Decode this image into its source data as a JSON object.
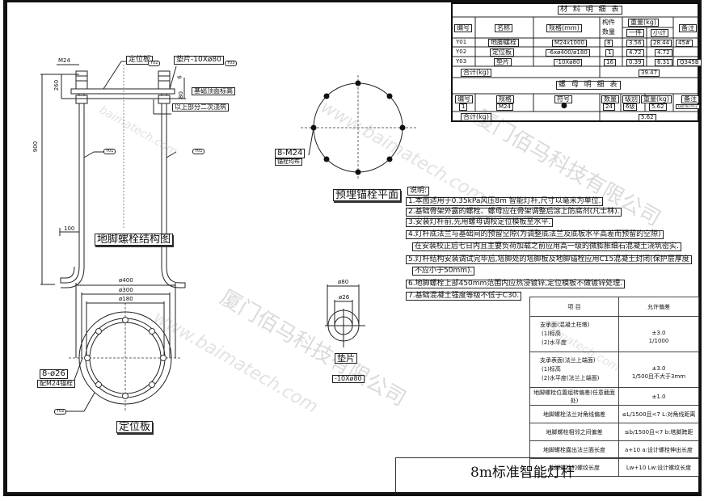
{
  "drawing_title": "8m标准智能灯杆",
  "watermarks": [
    "厦门佰马科技有限公司",
    "www.baimatech.com",
    "baimatech.com"
  ],
  "material_table": {
    "title": "材 料 明 细 表",
    "headers": {
      "no": "编号",
      "name": "名称",
      "spec": "规格(mm)",
      "qty_line1": "构件",
      "qty_line2": "数量",
      "weight": "重量(kg)",
      "unit": "一件",
      "subtotal": "小计",
      "remark": "备注"
    },
    "rows": [
      {
        "no": "Y01",
        "name": "地脚螺栓",
        "spec": "M24x1000",
        "qty": "8",
        "unit": "3.56",
        "subtotal": "28.44",
        "remark": "45#"
      },
      {
        "no": "Y02",
        "name": "定位板",
        "spec": "-6xø400/ø180",
        "qty": "1",
        "unit": "4.72",
        "subtotal": "4.72",
        "remark": ""
      },
      {
        "no": "Y03",
        "name": "垫片",
        "spec": "-10Xø80",
        "qty": "16",
        "unit": "0.39",
        "subtotal": "6.31",
        "remark": "Q345B"
      }
    ],
    "total_label": "合计(kg)",
    "total": "39.47"
  },
  "nut_table": {
    "title": "螺 母 明 细 表",
    "headers": {
      "no": "编号",
      "spec": "规格",
      "symbol": "符号",
      "qty": "数量",
      "grade": "级别",
      "weight": "重量(kg)",
      "remark": "备注"
    },
    "rows": [
      {
        "no": "1",
        "spec": "M24",
        "symbol": "●",
        "qty": "24",
        "grade": "6级",
        "weight": "5.62",
        "remark": "GB/T6170-2"
      }
    ],
    "total_label": "合计(kg)",
    "total": "5.62"
  },
  "anchor_structure": {
    "title": "地脚螺栓结构图",
    "dim_m24": "M24",
    "dim_260": "260",
    "dim_900": "900",
    "dim_100": "100",
    "dim_6": "6",
    "dim_80": "80",
    "label_plate": "定位板",
    "label_washer": "垫片-10Xø80",
    "label_foundation": "基础顶面标高",
    "label_secondary": "以上部分二次浇筑",
    "tag_y01": "Y01",
    "tag_y02": "Y02",
    "tag_y03": "Y03"
  },
  "anchor_plan": {
    "title": "预埋锚栓平面",
    "label_count": "8-M24",
    "label_even": "锚栓均布"
  },
  "positioning_plate": {
    "title": "定位板",
    "dia_outer": "ø400",
    "dia_mid": "ø300",
    "dia_inner": "ø180",
    "label_holes": "8-ø26",
    "label_bolt": "配M24锚栓",
    "tag": "Y02"
  },
  "washer": {
    "title": "垫片",
    "spec": "-10Xø80",
    "dia_outer": "ø80",
    "dia_inner": "ø26"
  },
  "notes": {
    "title": "说明:",
    "items": [
      "1.本图适用于0.35kPa风压8m 智能灯杆,尺寸以毫米为单位.",
      "2.基础骨架外露的螺栓、螺母应在骨架调整后涂上防腐剂(凡士林).",
      "3.安装灯杆前,先用螺母调校定位模板至水平.",
      "4.灯杆底法兰与基础间的预留空隙(为调整底法兰及底板水平高差而预留的空隙)",
      "在安装校正后七日内且主要负荷加载之前应用高一级的微膨胀细石混凝土浇筑密实.",
      "5.灯杆结构安装调试完毕后,塔脚处的塔脚板及地脚锚栓应用C15混凝土封闭(保护层厚度",
      "不应小于50mm).",
      "6.地脚螺栓上部450mm范围内应热浸镀锌,定位模板不做镀锌处理.",
      "7.基础混凝土强度等级不低于C30."
    ]
  },
  "tolerance_table": {
    "headers": [
      "项 目",
      "允许偏差"
    ],
    "rows": [
      {
        "item": [
          "支承面(混凝土柱墩)",
          "(1)标高",
          "(2)水平度"
        ],
        "tol": [
          "±3.0",
          "1/1000"
        ]
      },
      {
        "item": [
          "支承表面(法兰上端面)",
          "(1)标高",
          "(2)水平度(法兰上端面)"
        ],
        "tol": [
          "±3.0",
          "1/500且不大于3mm"
        ]
      },
      {
        "item": [
          "地脚螺栓位置组转偏差(任意截面处)"
        ],
        "tol": [
          "±1.0"
        ]
      },
      {
        "item": [
          "地脚螺栓法兰对角线偏差"
        ],
        "tol": [
          "≤L/1500且<7  L:对角线距离"
        ]
      },
      {
        "item": [
          "地脚螺栓相邻之间偏差"
        ],
        "tol": [
          "≤b/1500且<7  b:塔脚跨距"
        ]
      },
      {
        "item": [
          "地脚螺栓露出法兰面长度"
        ],
        "tol": [
          "a+10   a:设计螺栓伸出长度"
        ]
      },
      {
        "item": [
          "地脚螺栓的螺纹长度"
        ],
        "tol": [
          "Lw+10   Lw:设计螺纹长度"
        ]
      }
    ]
  }
}
